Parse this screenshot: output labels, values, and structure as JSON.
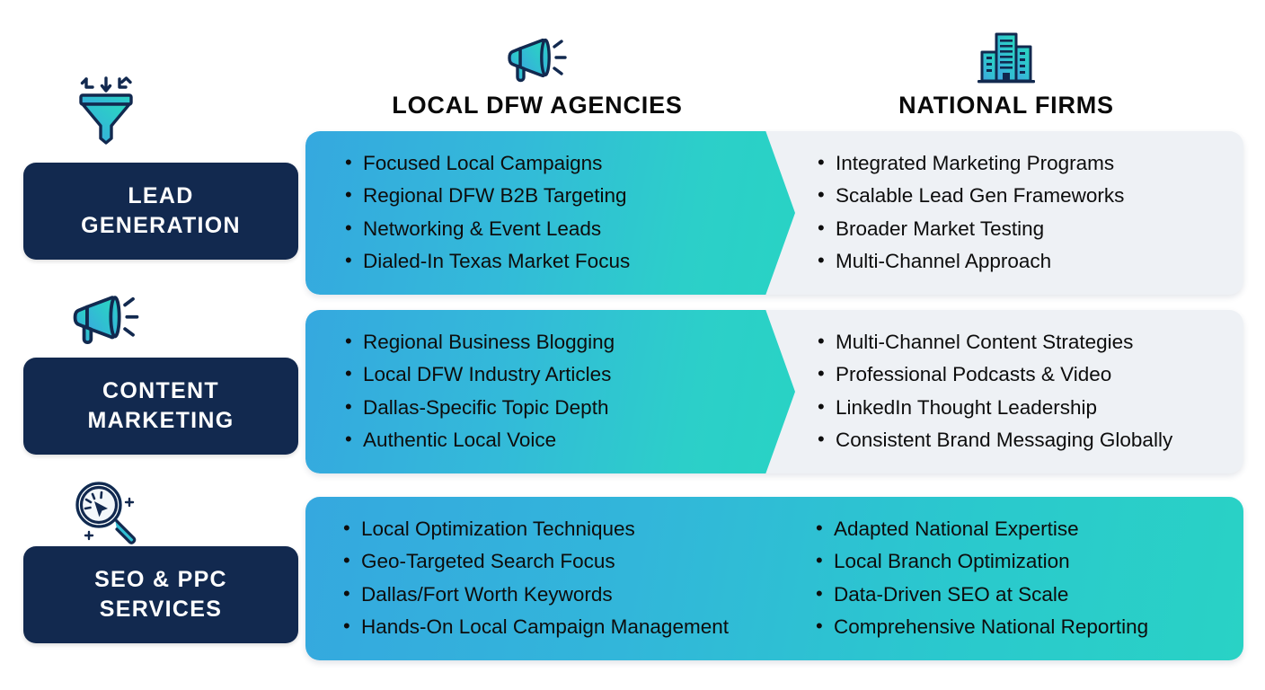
{
  "columns": [
    {
      "id": "local",
      "title": "LOCAL DFW AGENCIES",
      "icon": "megaphone-icon"
    },
    {
      "id": "national",
      "title": "NATIONAL FIRMS",
      "icon": "buildings-icon"
    }
  ],
  "rows": [
    {
      "id": "lead-generation",
      "label": "LEAD\nGENERATION",
      "label_line1": "LEAD",
      "label_line2": "GENERATION",
      "icon": "funnel-icon",
      "style": "split",
      "local": [
        "Focused Local Campaigns",
        "Regional DFW B2B Targeting",
        "Networking & Event Leads",
        "Dialed-In Texas Market Focus"
      ],
      "national": [
        "Integrated Marketing Programs",
        "Scalable Lead Gen Frameworks",
        "Broader Market Testing",
        "Multi-Channel Approach"
      ]
    },
    {
      "id": "content-marketing",
      "label": "CONTENT\nMARKETING",
      "label_line1": "CONTENT",
      "label_line2": "MARKETING",
      "icon": "megaphone-icon",
      "style": "split",
      "local": [
        "Regional Business Blogging",
        "Local DFW Industry Articles",
        "Dallas-Specific Topic Depth",
        "Authentic Local Voice"
      ],
      "national": [
        "Multi-Channel Content Strategies",
        "Professional Podcasts & Video",
        "LinkedIn Thought Leadership",
        "Consistent Brand Messaging Globally"
      ]
    },
    {
      "id": "seo-ppc-services",
      "label": "SEO & PPC\nSERVICES",
      "label_line1": "SEO & PPC",
      "label_line2": "SERVICES",
      "icon": "magnifier-cursor-icon",
      "style": "full",
      "local": [
        "Local Optimization Techniques",
        "Geo-Targeted Search Focus",
        "Dallas/Fort Worth Keywords",
        "Hands-On Local Campaign Management"
      ],
      "national": [
        "Adapted National Expertise",
        "Local Branch Optimization",
        "Data-Driven SEO at Scale",
        "Comprehensive National Reporting"
      ]
    }
  ],
  "colors": {
    "navy": "#12294f",
    "teal_start": "#35a8df",
    "teal_end": "#28d3c4",
    "panel_grey": "#eef1f5",
    "background": "#ffffff",
    "text_dark": "#0d0d0d",
    "icon_outline": "#12294f"
  }
}
